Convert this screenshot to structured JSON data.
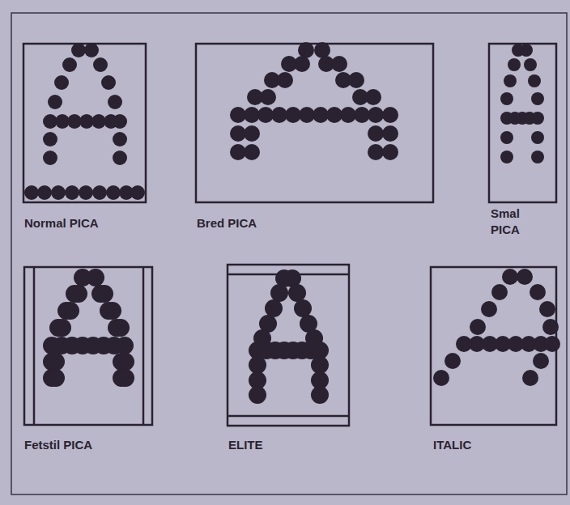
{
  "diagram": {
    "labels": [
      "Normal PICA",
      "Bred PICA",
      "Smal PICA",
      "Fetstil PICA",
      "ELITE",
      "ITALIC"
    ]
  }
}
